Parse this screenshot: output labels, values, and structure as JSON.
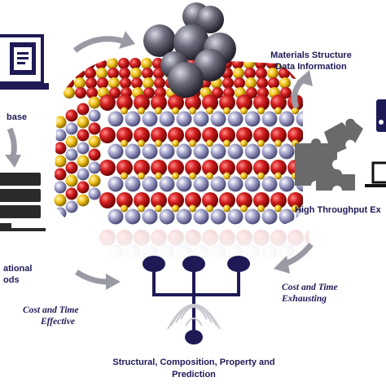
{
  "labels": {
    "materials_structure_line1": "Materials Structure",
    "materials_structure_line2": "Data Information",
    "database_partial": "base",
    "high_throughput_partial": "High Throughput Ex",
    "computational_partial_line1": "ational",
    "computational_partial_line2": "ods",
    "cost_effective_line1": "Cost and Time",
    "cost_effective_line2": "Effective",
    "cost_exhausting_line1": "Cost and Time",
    "cost_exhausting_line2": "Exhausting",
    "prediction_line1": "Structural, Composition, Property and",
    "prediction_line2": "Prediction"
  },
  "colors": {
    "navy": "#1e1a56",
    "atom_red": "#d41f1f",
    "atom_gold": "#f2c21a",
    "atom_lavender": "#8e8eb8",
    "atom_gray": "#6c6c7c",
    "arrow_gray": "#9a9aa4",
    "puzzle_gray": "#6a6a6a",
    "server_dark": "#2b2b2b"
  },
  "icons": [
    "document-icon",
    "server-stack-icon",
    "puzzle-icon",
    "laptop-icon",
    "tree-network-icon",
    "fingerprint-icon",
    "crystal-lattice",
    "adsorbed-cluster"
  ]
}
